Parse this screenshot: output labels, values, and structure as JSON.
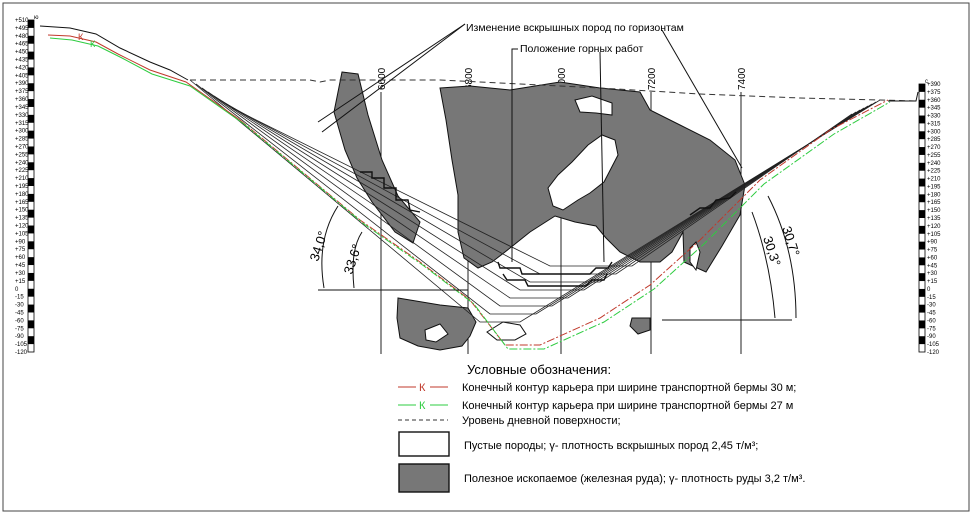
{
  "scale": {
    "top_left": "ю",
    "top_right": "с",
    "left_labels": [
      "+510",
      "+495",
      "+480",
      "+465",
      "+450",
      "+435",
      "+420",
      "+405",
      "+390",
      "+375",
      "+360",
      "+345",
      "+330",
      "+315",
      "+300",
      "+285",
      "+270",
      "+255",
      "+240",
      "+225",
      "+210",
      "+195",
      "+180",
      "+165",
      "+150",
      "+135",
      "+120",
      "+105",
      "+90",
      "+75",
      "+60",
      "+45",
      "+30",
      "+15",
      "0",
      "-15",
      "-30",
      "-45",
      "-60",
      "-75",
      "-90",
      "-105",
      "-120"
    ],
    "right_labels": [
      "+390",
      "+375",
      "+360",
      "+345",
      "+330",
      "+315",
      "+300",
      "+285",
      "+270",
      "+255",
      "+240",
      "+225",
      "+210",
      "+195",
      "+180",
      "+165",
      "+150",
      "+135",
      "+120",
      "+105",
      "+90",
      "+75",
      "+60",
      "+45",
      "+30",
      "+15",
      "0",
      "-15",
      "-30",
      "-45",
      "-60",
      "-75",
      "-90",
      "-105",
      "-120"
    ]
  },
  "grid_labels": [
    "6600",
    "6800",
    "7000",
    "7200",
    "7400"
  ],
  "annotations": {
    "overburden_change": "Изменение вскрышных пород  по горизонтам",
    "mining_position": "Положение горных работ"
  },
  "angles": [
    "34,0°",
    "33,6°",
    "30,3°",
    "30,7°"
  ],
  "contour_marks": [
    "К",
    "К"
  ],
  "legend": {
    "title": "Условные  обозначения:",
    "items": [
      {
        "marker": "К",
        "color": "#c0392b",
        "text": "Конечный контур карьера при ширине транспортной бермы 30 м;"
      },
      {
        "marker": "К",
        "color": "#2ecc40",
        "text": "Конечный контур карьера при ширине транспортной бермы 27 м"
      },
      {
        "text": "Уровень дневной поверхности;"
      }
    ],
    "waste_rock_text": "Пустые породы; γ- плотность вскрышных пород 2,45 т/м³;",
    "ore_text": "Полезное ископаемое (железная руда); γ- плотность руды 3,2 т/м³."
  },
  "colors": {
    "ore": "#777777",
    "red_contour": "#c0392b",
    "green_contour": "#2ecc40",
    "lines": "#000000"
  }
}
